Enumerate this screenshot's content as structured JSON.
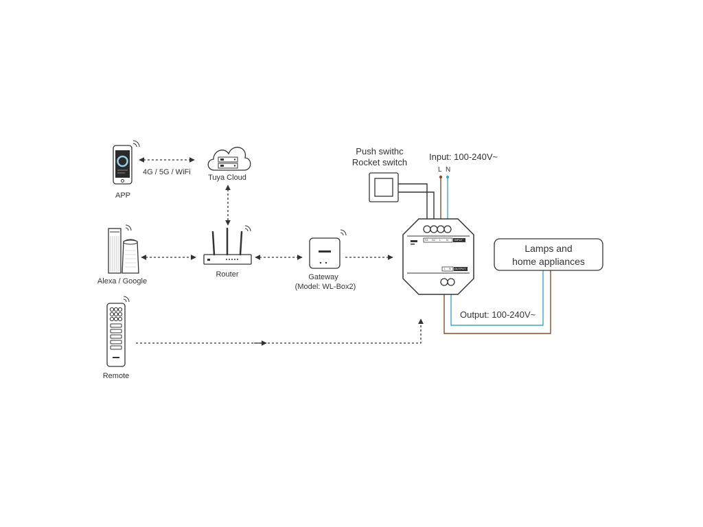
{
  "colors": {
    "line": "#333333",
    "live_wire": "#8a4a2a",
    "neutral_wire": "#3aa9c9",
    "screen": "#2a2a2a",
    "screen_ring": "#9ad0e6"
  },
  "devices": {
    "app": {
      "label": "APP",
      "icon": "smartphone-icon"
    },
    "cloud": {
      "label": "Tuya Cloud",
      "icon": "cloud-icon"
    },
    "alexa": {
      "label": "Alexa / Google",
      "icon": "smart-speaker-icon"
    },
    "router": {
      "label": "Router",
      "icon": "router-icon"
    },
    "gateway": {
      "label": "Gateway",
      "model": "(Model: WL-Box2)",
      "icon": "gateway-icon"
    },
    "remote": {
      "label": "Remote",
      "icon": "remote-icon"
    },
    "switch": {
      "label": "Push swithc\nRocket switch",
      "icon": "wall-switch-icon"
    },
    "controller": {
      "icon": "controller-module-icon",
      "terminal_labels": [
        "S1",
        "S2",
        "L",
        "N"
      ],
      "input_tag": "INPUT",
      "output_terminals": [
        "L",
        "N"
      ],
      "output_tag": "OUTPUT"
    },
    "lamps": {
      "label": "Lamps and\nhome appliances"
    }
  },
  "connections": {
    "app_cloud": "4G / 5G / WiFi"
  },
  "power": {
    "input": "Input: 100-240V~",
    "input_terminals": [
      "L",
      "N"
    ],
    "output": "Output: 100-240V~"
  }
}
